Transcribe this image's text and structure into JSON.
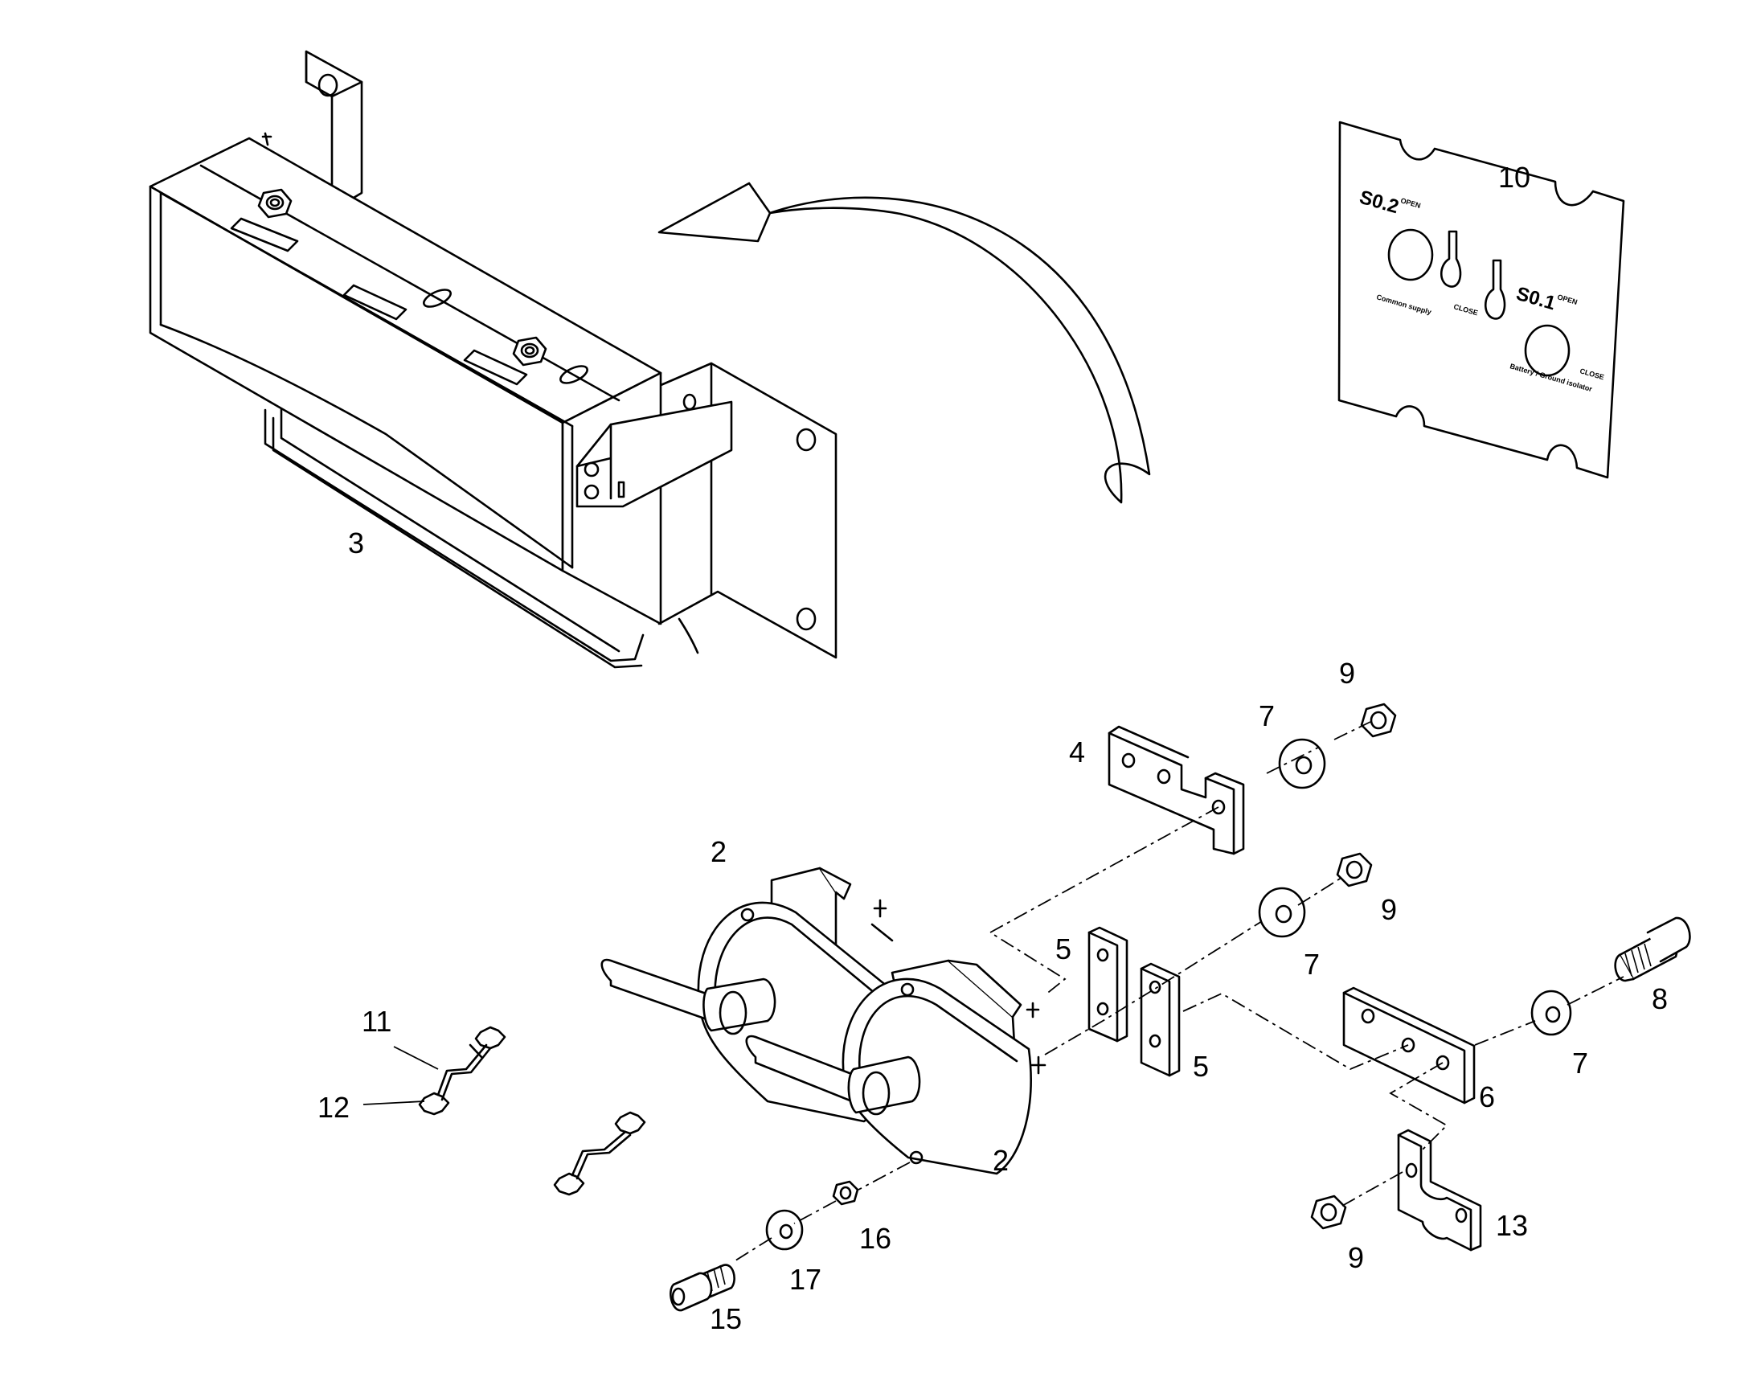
{
  "callouts": {
    "c2a": "2",
    "c2b": "2",
    "c3": "3",
    "c4": "4",
    "c5a": "5",
    "c5b": "5",
    "c6": "6",
    "c7a": "7",
    "c7b": "7",
    "c7c": "7",
    "c8": "8",
    "c9a": "9",
    "c9b": "9",
    "c9c": "9",
    "c10": "10",
    "c11": "11",
    "c12": "12",
    "c13": "13",
    "c15": "15",
    "c16": "16",
    "c17": "17"
  },
  "plate": {
    "left_id": "S0.2",
    "right_id": "S0.1",
    "open_left": "OPEN",
    "open_right": "OPEN",
    "close_left": "CLOSE",
    "close_right": "CLOSE",
    "left_caption": "Common supply",
    "right_caption": "Battery / Ground isolator"
  }
}
